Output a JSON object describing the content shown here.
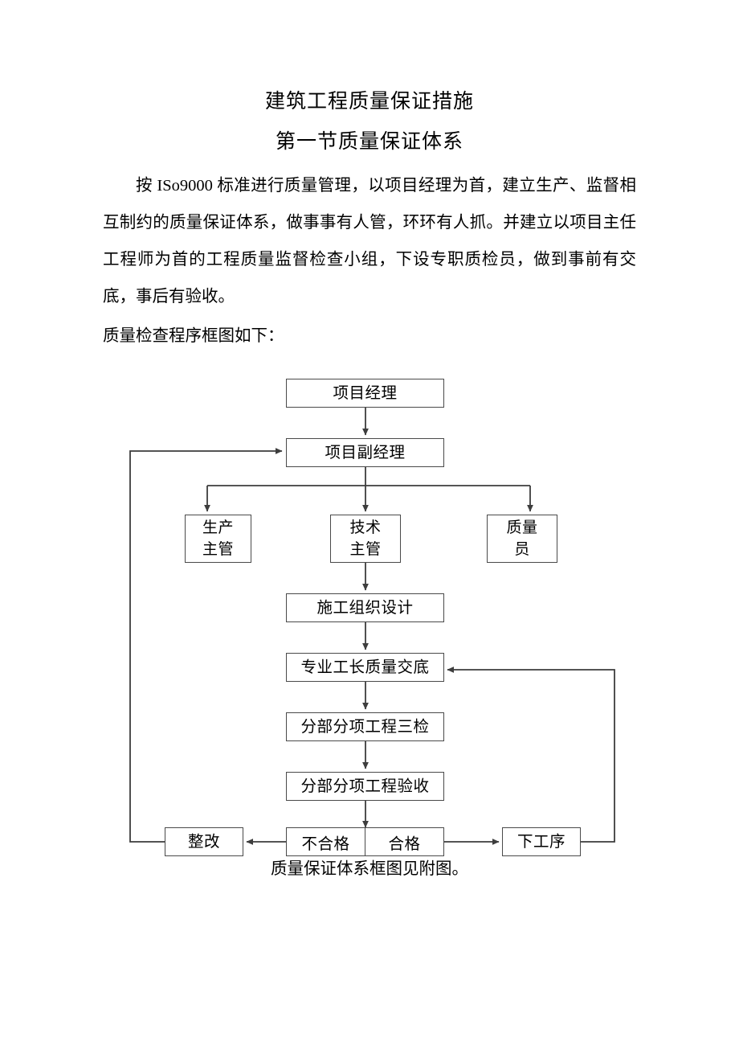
{
  "document": {
    "title_main": "建筑工程质量保证措施",
    "title_section": "第一节质量保证体系",
    "paragraph_1": "按 ISo9000 标准进行质量管理，以项目经理为首，建立生产、监督相互制约的质量保证体系，做事事有人管，环环有人抓。并建立以项目主任工程师为首的工程质量监督检查小组，下设专职质检员，做到事前有交底，事后有验收。",
    "chart_intro_line": "质量检查程序框图如下：",
    "chart_caption": "质量保证体系框图见附图。"
  },
  "flowchart": {
    "nodes": {
      "project_manager": "项目经理",
      "deputy_project_manager": "项目副经理",
      "production_supervisor": "生产\n主管",
      "technical_supervisor": "技术\n主管",
      "quality_inspector": "质量\n员",
      "construction_org_design": "施工组织设计",
      "foreman_quality_briefing": "专业工长质量交底",
      "subitem_three_checks": "分部分项工程三检",
      "subitem_acceptance": "分部分项工程验收",
      "rectification": "整改",
      "unqualified": "不合格",
      "qualified": "合格",
      "next_process": "下工序"
    },
    "style": {
      "border_color": "#4a4a4a",
      "line_color": "#3d3d3d",
      "box_fill": "#ffffff",
      "text_color": "#000000"
    }
  }
}
